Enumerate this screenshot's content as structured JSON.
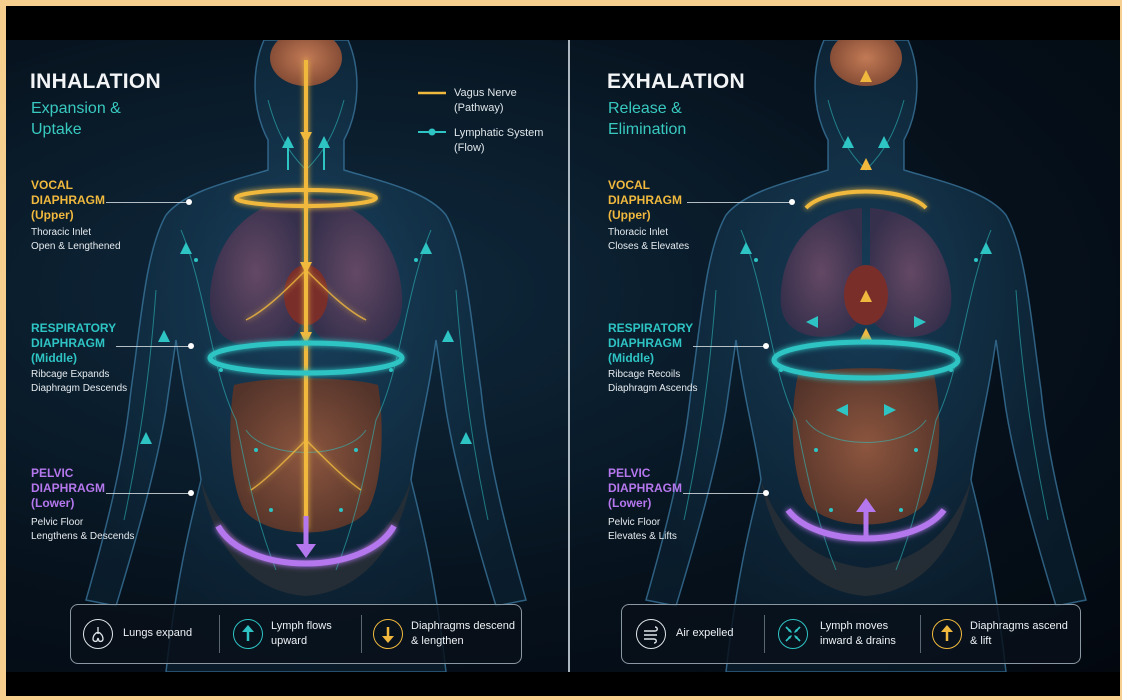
{
  "colors": {
    "vagus": "#f0b93e",
    "lymph": "#2ec4c4",
    "pelvic": "#b577ee",
    "frame": "#f6cf8f"
  },
  "legend": {
    "vagus": "Vagus Nerve\n(Pathway)",
    "lymph": "Lymphatic System\n(Flow)"
  },
  "inhalation": {
    "title": "INHALATION",
    "subtitle": "Expansion &\nUptake",
    "vocal": {
      "name": "VOCAL\nDIAPHRAGM\n(Upper)",
      "desc": "Thoracic Inlet\nOpen & Lengthened"
    },
    "resp": {
      "name": "RESPIRATORY\nDIAPHRAGM\n(Middle)",
      "desc": "Ribcage Expands\nDiaphragm Descends"
    },
    "pelvic": {
      "name": "PELVIC\nDIAPHRAGM\n(Lower)",
      "desc": "Pelvic Floor\nLengthens & Descends"
    },
    "bar": [
      {
        "icon": "lungs-icon",
        "text": "Lungs expand"
      },
      {
        "icon": "arrow-up-icon",
        "text": "Lymph flows\nupward"
      },
      {
        "icon": "arrow-down-icon",
        "text": "Diaphragms descend\n& lengthen"
      }
    ]
  },
  "exhalation": {
    "title": "EXHALATION",
    "subtitle": "Release &\nElimination",
    "vocal": {
      "name": "VOCAL\nDIAPHRAGM\n(Upper)",
      "desc": "Thoracic Inlet\nCloses & Elevates"
    },
    "resp": {
      "name": "RESPIRATORY\nDIAPHRAGM\n(Middle)",
      "desc": "Ribcage Recoils\nDiaphragm Ascends"
    },
    "pelvic": {
      "name": "PELVIC\nDIAPHRAGM\n(Lower)",
      "desc": "Pelvic Floor\nElevates & Lifts"
    },
    "bar": [
      {
        "icon": "air-expelled-icon",
        "text": "Air expelled"
      },
      {
        "icon": "inward-arrows-icon",
        "text": "Lymph moves\ninward & drains"
      },
      {
        "icon": "arrow-up-icon",
        "text": "Diaphragms ascend\n& lift"
      }
    ]
  }
}
